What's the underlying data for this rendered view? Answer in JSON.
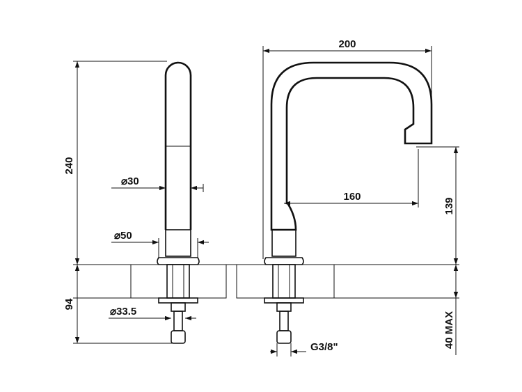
{
  "dimensions": {
    "left_height": "240",
    "left_below_deck": "94",
    "dia_30": "30",
    "dia_50": "50",
    "dia_33_5": "33.5",
    "top_width": "200",
    "reach": "160",
    "spout_height": "139",
    "deck_thickness": "40 MAX",
    "thread": "G3/8\""
  },
  "symbols": {
    "diameter": "⌀"
  }
}
